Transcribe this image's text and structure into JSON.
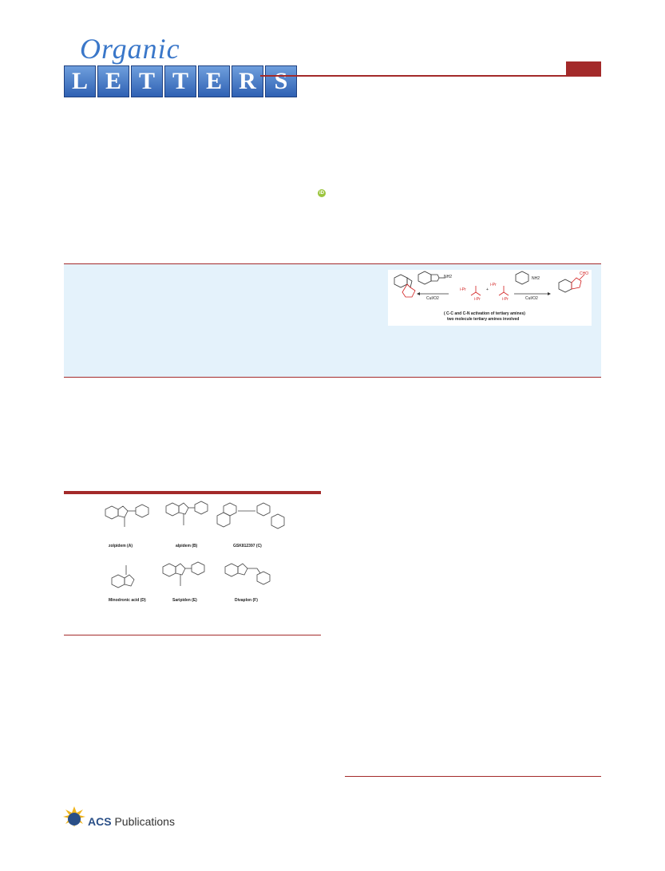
{
  "journal": {
    "logo_script": "Organic",
    "logo_letters": [
      "L",
      "E",
      "T",
      "T",
      "E",
      "R",
      "S"
    ]
  },
  "toc_graphic": {
    "reagent_left": "NH2",
    "amine_top": "i-Pr",
    "amine_bottom": "i-Pr",
    "amine2_top": "i-Pr",
    "amine2_bottom": "i-Pr",
    "plus": "+",
    "reagent_right": "NH2",
    "product_right": "CHO",
    "condition_left": "CuI/O2",
    "condition_right": "CuI/O2",
    "caption_line1": "( C-C and C-N activation of tertiary amines)",
    "caption_line2": "two molecule tertiary amines involved"
  },
  "figure1": {
    "compounds": [
      {
        "label": "zolpidem (A)"
      },
      {
        "label": "alpidem (B)"
      },
      {
        "label": "GSK812397 (C)"
      },
      {
        "label": "Minodronic acid (D)"
      },
      {
        "label": "Saripiden (E)"
      },
      {
        "label": "Divaplon (F)"
      }
    ]
  },
  "footer": {
    "publisher_bold": "ACS",
    "publisher_rest": " Publications"
  },
  "colors": {
    "accent_red": "#a32a2a",
    "abstract_bg": "#e4f2fb",
    "logo_blue": "#3a77c9"
  }
}
